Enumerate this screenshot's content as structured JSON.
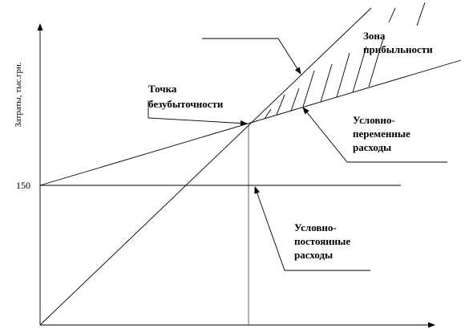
{
  "axis": {
    "y_label": "Затраты, тыс.грн.",
    "y_tick_value": "150"
  },
  "labels": {
    "profit_zone": [
      "Зона",
      "прибыльности"
    ],
    "breakeven_point": [
      "Точка",
      "безубыточности"
    ],
    "variable_costs": [
      "Условно-",
      "переменные",
      "расходы"
    ],
    "fixed_costs": [
      "Условно-",
      "постоянные",
      "расходы"
    ]
  }
}
